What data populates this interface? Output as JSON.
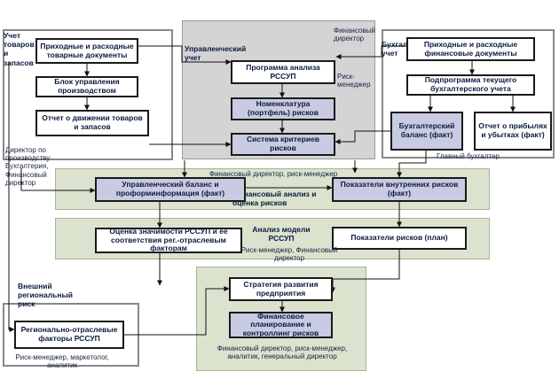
{
  "sections": {
    "inventory": "Учет товаров и запасов",
    "management": "Управленческий учет",
    "bookkeeping": "Бухгалтерский учет",
    "financial_analysis": "Финансовый анализ и оценка рисков",
    "model_analysis": "Анализ модели РССУП",
    "external_risk": "Внешний региональный риск"
  },
  "boxes": {
    "inv_docs": "Приходные и расходные товарные документы",
    "inv_block": "Блок управления производством",
    "inv_report": "Отчет о движении товаров и запасов",
    "mgmt_program": "Программа анализа РССУП",
    "mgmt_nomenclature": "Номенклатура (портфель) рисков",
    "mgmt_criteria": "Система критериев рисков",
    "book_docs": "Приходные и расходные финансовые документы",
    "book_subprogram": "Подпрограмма текущего бухгалтерского учета",
    "book_balance": "Бухгалтерский баланс (факт)",
    "book_profit": "Отчет о прибылях и убытках (факт)",
    "fin_balance": "Управленческий баланс и проформинформация (факт)",
    "fin_indicators": "Показатели внутренних рисков (факт)",
    "model_assessment": "Оценка значимости РССУП и ее соответствия рег.-отраслевым факторам",
    "model_indicators": "Показатели рисков (план)",
    "strategy": "Стратегия развития предприятия",
    "planning": "Финансовое планирование и контроллинг рисков",
    "regional": "Регионально-отраслевые факторы РССУП"
  },
  "roles": {
    "finance_director": "Финансовый директор",
    "risk_manager": "Риск-менеджер",
    "inventory_roles": "Директор по производству Бухгалтерия, Финансовый директор",
    "chief_accountant": "Главный бухгалтер",
    "fin_analysis_roles": "Финансовый директор, риск-менеджер",
    "model_roles": "Риск-менеджер, Финансовый директор",
    "strategy_roles": "Финансовый директор, риск-менеджер, аналитик, генеральный директор",
    "regional_roles": "Риск-менеджер, маркетолог, аналитик"
  },
  "colors": {
    "panel_gray": "#d4d4d4",
    "panel_green": "#dbe3cf",
    "box_lavender": "#c8cbe2",
    "text_navy": "#0b1a3f"
  }
}
